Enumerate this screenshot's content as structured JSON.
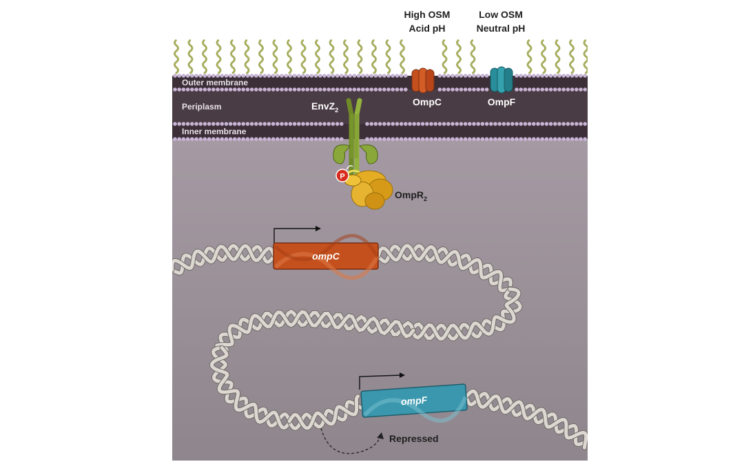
{
  "conditions": {
    "high": {
      "line1": "High OSM",
      "line2": "Acid pH"
    },
    "low": {
      "line1": "Low OSM",
      "line2": "Neutral pH"
    }
  },
  "regions": {
    "outer_membrane": "Outer membrane",
    "periplasm": "Periplasm",
    "inner_membrane": "Inner membrane"
  },
  "porins": {
    "ompc": {
      "label": "OmpC",
      "color": "#c4501e"
    },
    "ompf": {
      "label": "OmpF",
      "color": "#2a8e9a"
    }
  },
  "proteins": {
    "envz": {
      "base": "EnvZ",
      "sub": "2",
      "color": "#8aa83a"
    },
    "ompr": {
      "base": "OmpR",
      "sub": "2",
      "color": "#e0a820"
    },
    "phospho": "P"
  },
  "genes": {
    "ompc": {
      "label": "ompC",
      "color": "#c4501e"
    },
    "ompf": {
      "label": "ompF",
      "color": "#3b97ad"
    }
  },
  "annotations": {
    "repressed": "Repressed"
  },
  "colors": {
    "cytoplasm": "#958c93",
    "periplasm": "#4a3c44",
    "membrane_bead": "#c8b4d4",
    "lipid": "#a7ad5e",
    "dna": "#dcd7d1"
  }
}
